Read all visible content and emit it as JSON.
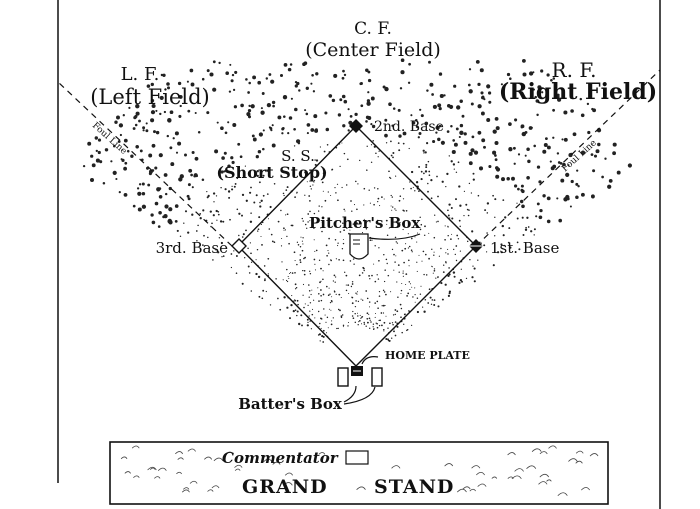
{
  "labels": {
    "cf_abbr": "C. F.",
    "cf_name": "(Center Field)",
    "lf_abbr": "L. F.",
    "lf_name": "(Left Field)",
    "rf_abbr": "R. F.",
    "rf_name": "(Right Field)",
    "ss_abbr": "S. S.",
    "ss_name": "(Short Stop)",
    "second_base": "2nd. Base",
    "third_base": "3rd. Base",
    "first_base": "1st. Base",
    "pitchers_box": "Pitcher's Box",
    "home_plate": "HOME PLATE",
    "batters_box": "Batter's Box",
    "foul_line_left": "Foul Line",
    "foul_line_right": "Foul Line",
    "commentator": "Commentator",
    "grand": "GRAND",
    "stand": "STAND"
  },
  "colors": {
    "ink": "#111111",
    "paper": "#ffffff"
  }
}
